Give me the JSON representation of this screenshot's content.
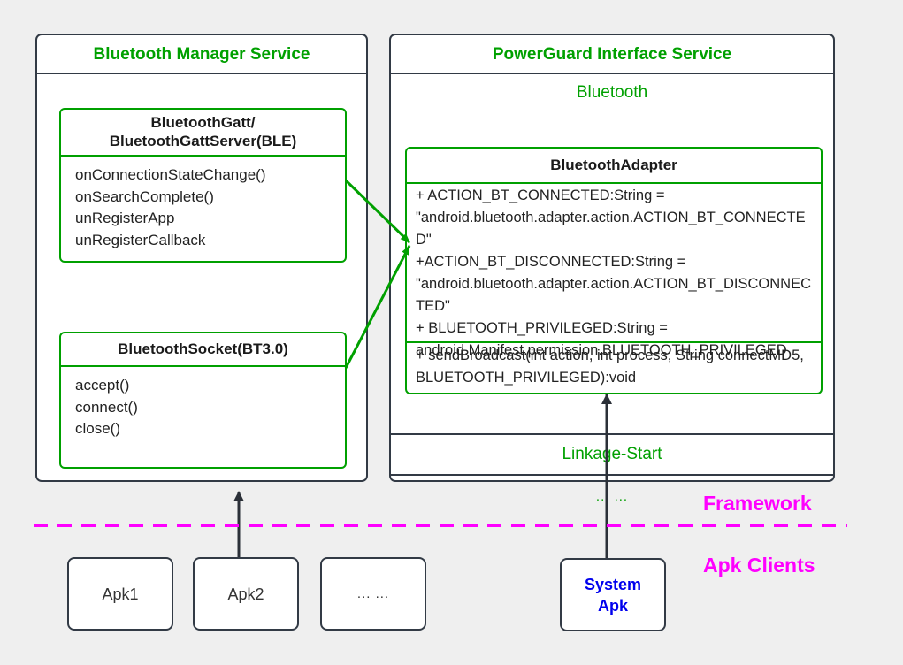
{
  "diagram": {
    "background_color": "#efefef",
    "accent_green": "#00a000",
    "accent_magenta": "#ff00ff",
    "accent_blue": "#0000ee",
    "outline_dark": "#323a45"
  },
  "left_panel": {
    "title": "Bluetooth Manager Service",
    "classes": [
      {
        "name": "BluetoothGatt/\nBluetoothGattServer(BLE)",
        "title_line1": "BluetoothGatt/",
        "title_line2": "BluetoothGattServer(BLE)",
        "members": [
          "onConnectionStateChange()",
          "onSearchComplete()",
          "unRegisterApp",
          "unRegisterCallback"
        ]
      },
      {
        "name": "BluetoothSocket(BT3.0)",
        "title_line1": "BluetoothSocket(BT3.0)",
        "members": [
          "accept()",
          "connect()",
          "close()"
        ]
      }
    ]
  },
  "right_panel": {
    "title": "PowerGuard Interface Service",
    "sub_label": "Bluetooth",
    "class": {
      "name": "BluetoothAdapter",
      "attributes": [
        "+ ACTION_BT_CONNECTED:String = \"android.bluetooth.adapter.action.ACTION_BT_CONNECTED\"",
        "+ACTION_BT_DISCONNECTED:String = \"android.bluetooth.adapter.action.ACTION_BT_DISCONNECTED\"",
        "+ BLUETOOTH_PRIVILEGED:String = android.Manifest.permission.BLUETOOTH_PRIVILEGED"
      ],
      "methods": [
        "+ sendBroadcast(int action, int process, String connectMD5, BLUETOOTH_PRIVILEGED):void"
      ]
    },
    "rows": [
      {
        "label": "Linkage-Start"
      },
      {
        "label": "... ..."
      }
    ]
  },
  "zones": {
    "framework_label": "Framework",
    "apk_clients_label": "Apk Clients"
  },
  "apk_clients": [
    {
      "label": "Apk1",
      "style": "normal"
    },
    {
      "label": "Apk2",
      "style": "normal"
    },
    {
      "label": "... ...",
      "style": "normal"
    },
    {
      "label_line1": "System",
      "label_line2": "Apk",
      "label": "System Apk",
      "style": "system"
    }
  ]
}
